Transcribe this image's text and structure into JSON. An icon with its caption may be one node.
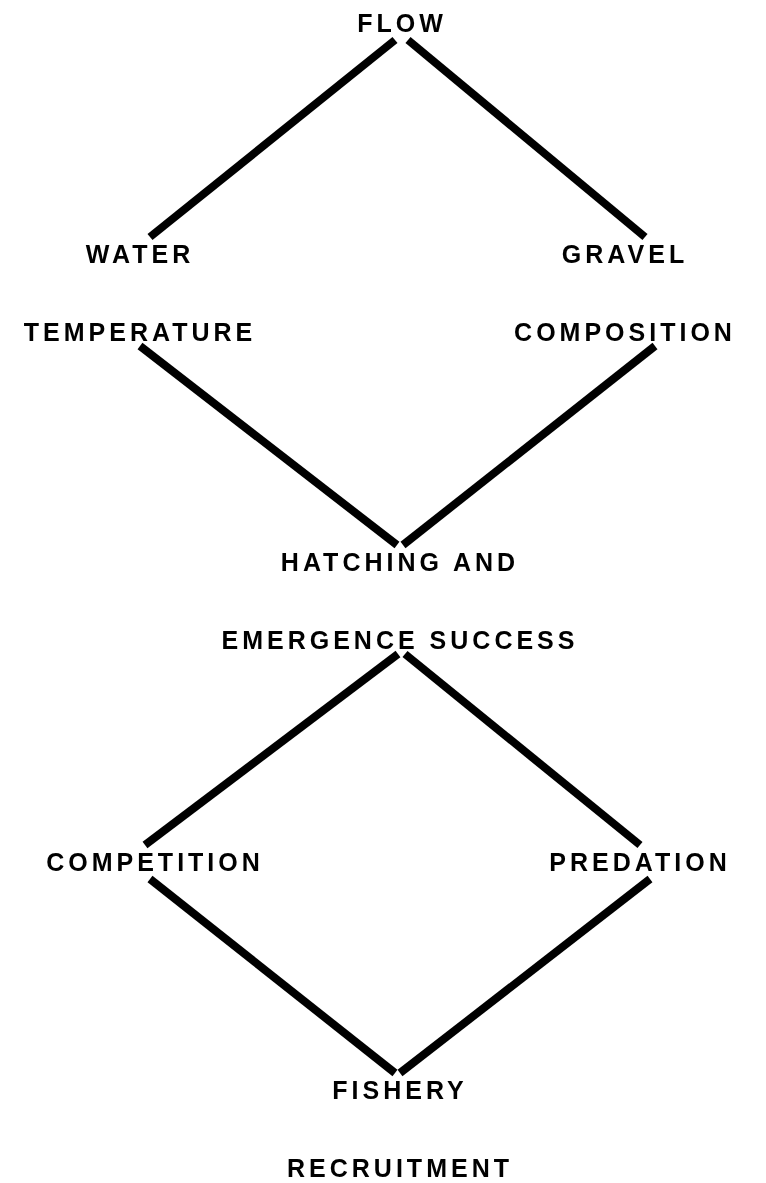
{
  "diagram": {
    "nodes": [
      {
        "text": [
          "FLOW"
        ]
      },
      {
        "text": [
          "WATER TEMPERATURE"
        ]
      },
      {
        "text": [
          "GRAVEL COMPOSITION"
        ]
      },
      {
        "text": [
          "HATCHING AND EMERGENCE SUCCESS"
        ]
      },
      {
        "text": [
          "COMPETITION"
        ]
      },
      {
        "text": [
          "PREDATION"
        ]
      },
      {
        "text": [
          "FISHERY RECRUITMENT"
        ]
      }
    ],
    "edges": [
      {
        "from": 0,
        "to": 1,
        "arrow": "none"
      },
      {
        "from": 0,
        "to": 2,
        "arrow": "none"
      },
      {
        "from": 1,
        "to": 3,
        "arrow": "none"
      },
      {
        "from": 2,
        "to": 3,
        "arrow": "none"
      },
      {
        "from": 3,
        "to": 4,
        "arrow": "none"
      },
      {
        "from": 3,
        "to": 5,
        "arrow": "none"
      },
      {
        "from": 4,
        "to": 6,
        "arrow": "none"
      },
      {
        "from": 5,
        "to": 6,
        "arrow": "none"
      }
    ]
  }
}
